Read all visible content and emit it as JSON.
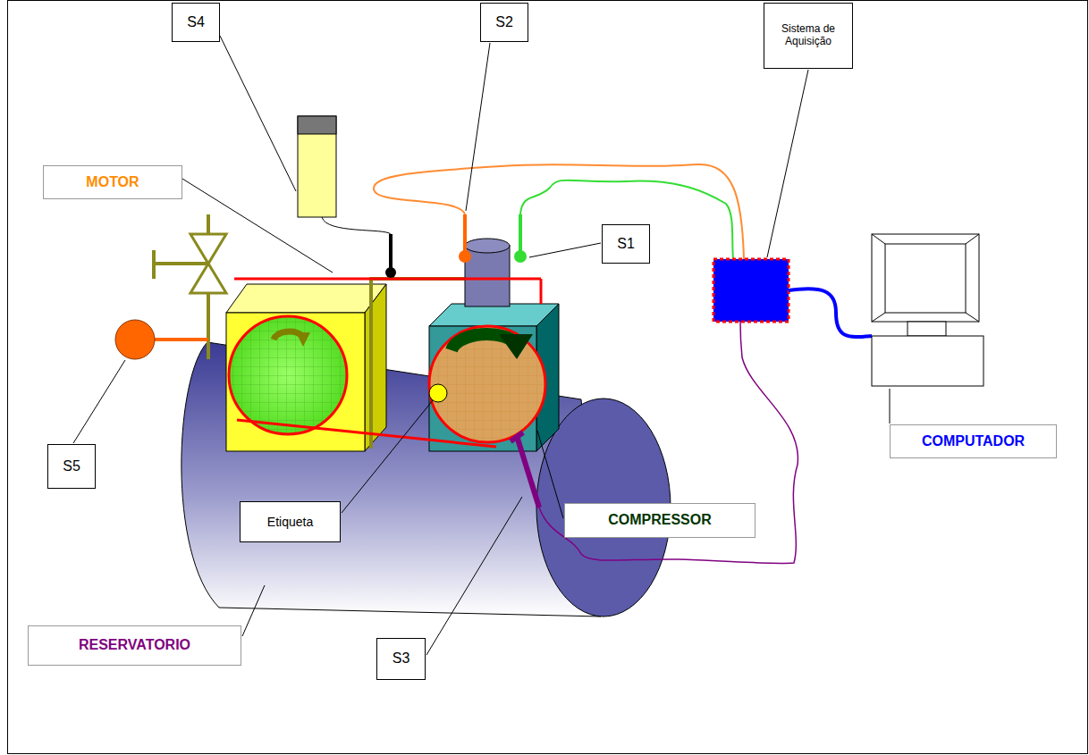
{
  "diagram": {
    "nodes": [
      {
        "text": [
          "S4"
        ]
      },
      {
        "text": [
          "S2"
        ]
      },
      {
        "text": [
          "Sistema de Aquisição"
        ]
      },
      {
        "text": [
          "MOTOR"
        ]
      },
      {
        "text": [
          "S1"
        ]
      },
      {
        "text": [
          "COMPUTADOR"
        ]
      },
      {
        "text": [
          "S5"
        ]
      },
      {
        "text": [
          "Etiqueta"
        ]
      },
      {
        "text": [
          "COMPRESSOR"
        ]
      },
      {
        "text": [
          "RESERVATORIO"
        ]
      },
      {
        "text": [
          "S3"
        ]
      }
    ]
  }
}
